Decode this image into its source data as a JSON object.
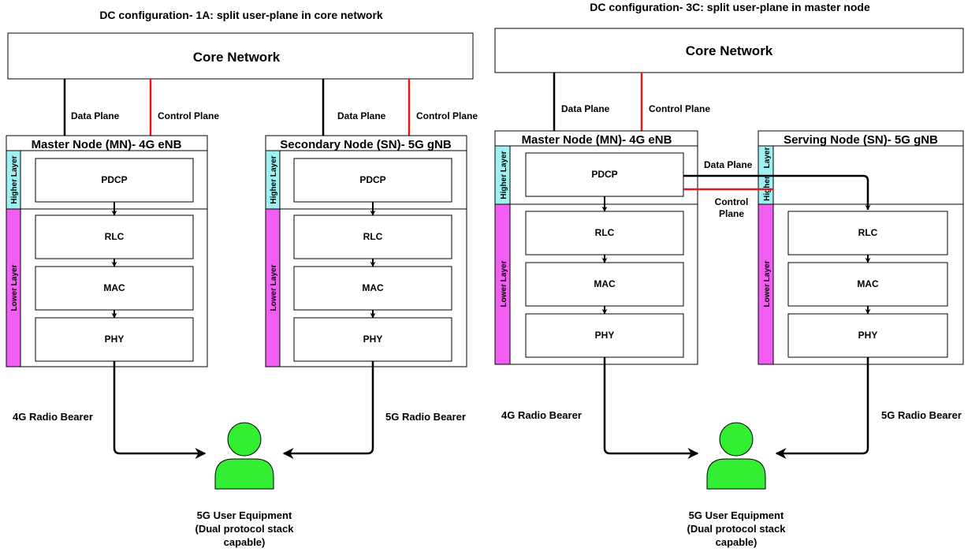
{
  "left": {
    "title": "DC configuration- 1A: split user-plane in core network",
    "core": "Core Network",
    "data_plane_1": "Data Plane",
    "control_plane_1": "Control Plane",
    "data_plane_2": "Data Plane",
    "control_plane_2": "Control Plane",
    "mn": {
      "title": "Master Node (MN)- 4G eNB",
      "higher": "Higher Layer",
      "lower": "Lower Layer",
      "pdcp": "PDCP",
      "rlc": "RLC",
      "mac": "MAC",
      "phy": "PHY"
    },
    "sn": {
      "title": "Secondary Node (SN)- 5G gNB",
      "higher": "Higher Layer",
      "lower": "Lower Layer",
      "pdcp": "PDCP",
      "rlc": "RLC",
      "mac": "MAC",
      "phy": "PHY"
    },
    "bearer_4g": "4G Radio Bearer",
    "bearer_5g": "5G Radio Bearer",
    "ue": [
      "5G User Equipment",
      "(Dual protocol stack",
      "capable)"
    ]
  },
  "right": {
    "title": "DC configuration- 3C: split user-plane in master node",
    "core": "Core Network",
    "data_plane": "Data Plane",
    "control_plane": "Control Plane",
    "x2_data_plane": "Data Plane",
    "x2_control_plane": [
      "Control",
      "Plane"
    ],
    "mn": {
      "title": "Master Node (MN)- 4G eNB",
      "higher": "Higher Layer",
      "lower": "Lower Layer",
      "pdcp": "PDCP",
      "rlc": "RLC",
      "mac": "MAC",
      "phy": "PHY"
    },
    "sn": {
      "title": "Serving Node (SN)- 5G gNB",
      "higher": "Higher",
      "layer": "Layer",
      "lower": "Lower Layer",
      "rlc": "RLC",
      "mac": "MAC",
      "phy": "PHY"
    },
    "bearer_4g": "4G Radio Bearer",
    "bearer_5g": "5G Radio Bearer",
    "ue": [
      "5G User Equipment",
      "(Dual protocol stack",
      "capable)"
    ]
  },
  "colors": {
    "higher_layer": "#9ff1f1",
    "lower_layer": "#f25df2",
    "control_plane": "#e41a1a",
    "ue": "#33ee33"
  },
  "icons": [
    "user-equipment-icon"
  ]
}
